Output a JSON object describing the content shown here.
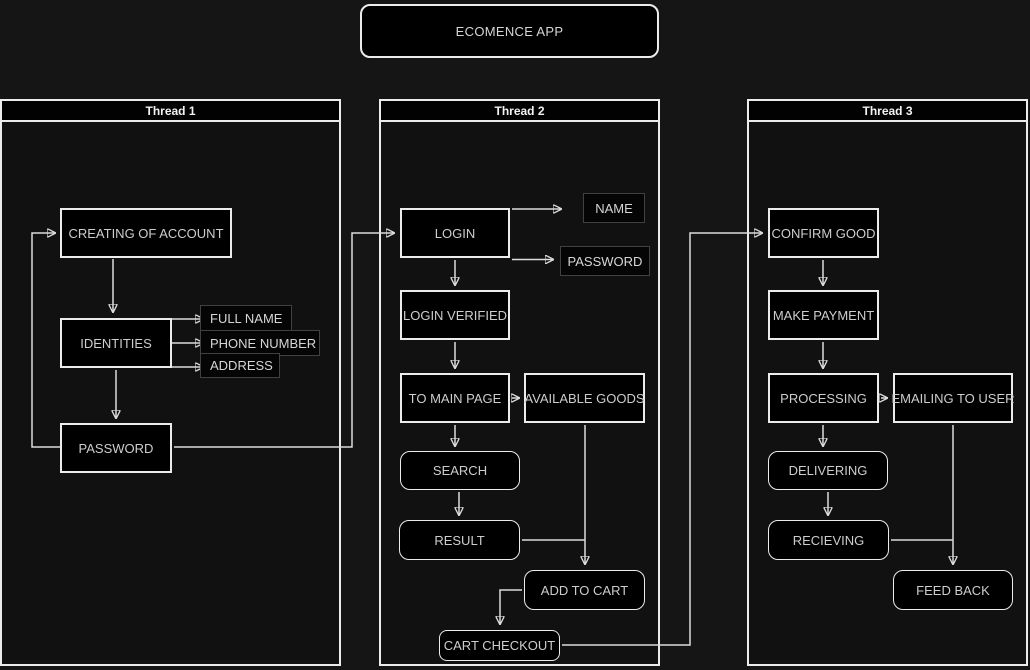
{
  "app": {
    "title": "ECOMENCE APP"
  },
  "threads": [
    {
      "label": "Thread 1",
      "nodes": {
        "creating_account": "CREATING OF ACCOUNT",
        "identities": "IDENTITIES",
        "full_name": "FULL NAME",
        "phone_number": "PHONE NUMBER",
        "address": "ADDRESS",
        "password": "PASSWORD"
      }
    },
    {
      "label": "Thread 2",
      "nodes": {
        "login": "LOGIN",
        "name": "NAME",
        "password": "PASSWORD",
        "login_verified": "LOGIN VERIFIED",
        "to_main_page": "TO MAIN PAGE",
        "available_goods": "AVAILABLE GOODS",
        "search": "SEARCH",
        "result": "RESULT",
        "add_to_cart": "ADD TO CART",
        "cart_checkout": "CART CHECKOUT"
      }
    },
    {
      "label": "Thread 3",
      "nodes": {
        "confirm_good": "CONFIRM GOOD",
        "make_payment": "MAKE PAYMENT",
        "processing": "PROCESSING",
        "emailing_to_user": "EMAILING TO USER",
        "delivering": "DELIVERING",
        "recieving": "RECIEVING",
        "feed_back": "FEED BACK"
      }
    }
  ],
  "colors": {
    "background": "#151515",
    "panel_fill": "#111111",
    "node_fill": "#000000",
    "node_border": "#ececec",
    "label_box_border": "#414141",
    "wire": "#dcdcdc",
    "text": "#cdcdcd"
  }
}
